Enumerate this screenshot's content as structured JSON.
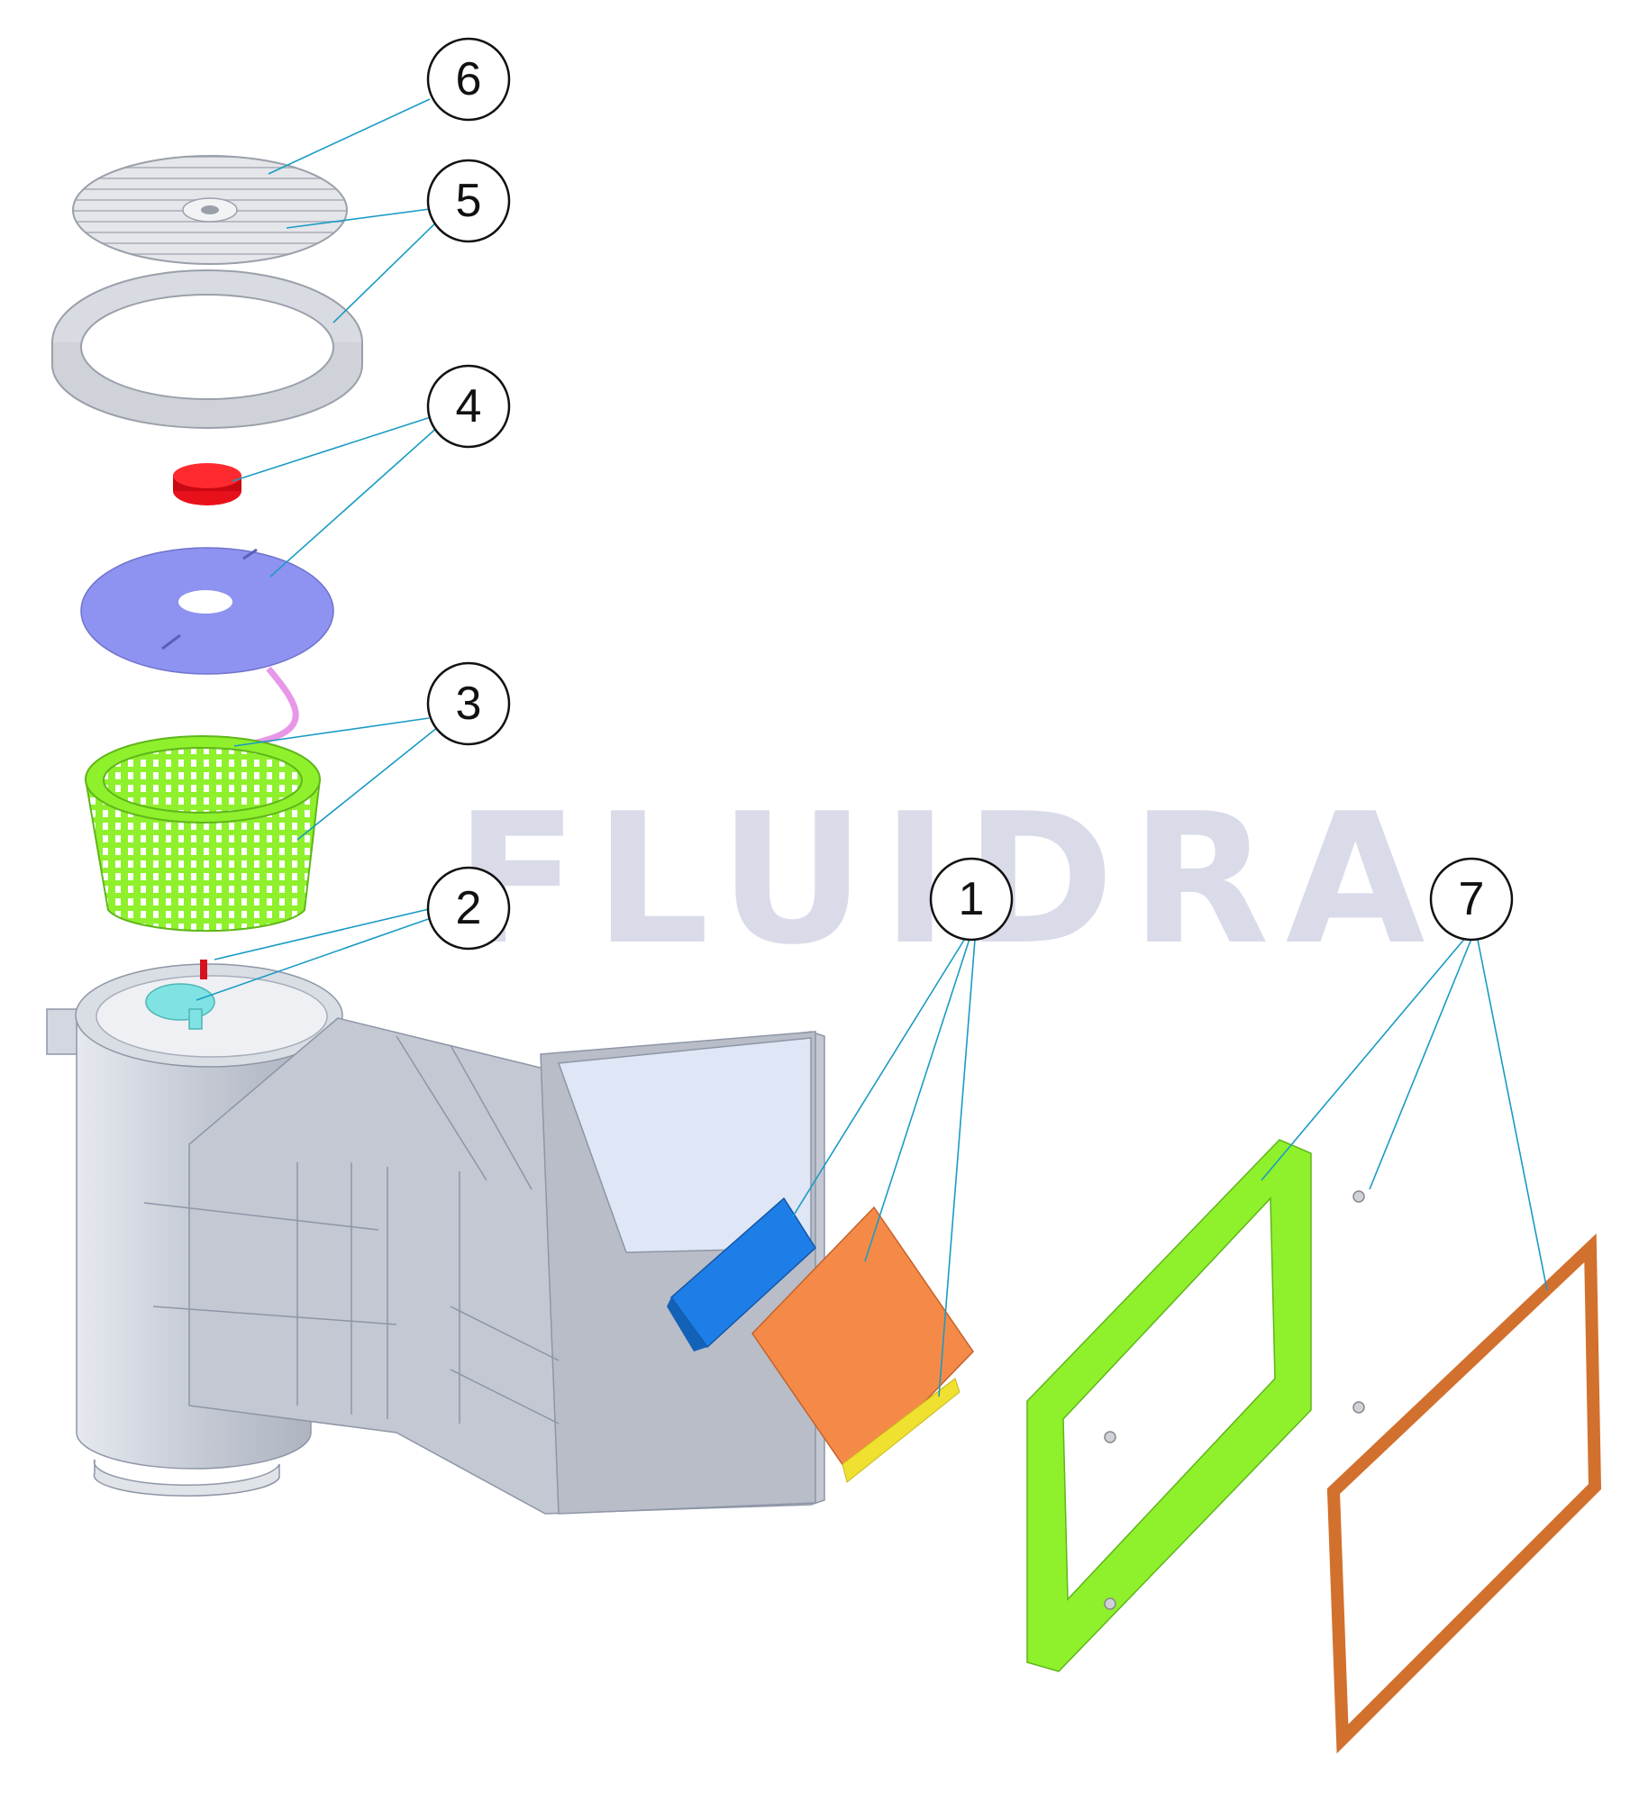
{
  "watermark": "FLUIDRA",
  "callouts": [
    {
      "id": "6",
      "label": "6"
    },
    {
      "id": "5",
      "label": "5"
    },
    {
      "id": "4",
      "label": "4"
    },
    {
      "id": "3",
      "label": "3"
    },
    {
      "id": "2",
      "label": "2"
    },
    {
      "id": "1",
      "label": "1"
    },
    {
      "id": "7",
      "label": "7"
    }
  ],
  "colors": {
    "leader": "#1a9bc4",
    "body": "#c9ced8",
    "lid": "#dadde3",
    "float_cap": "#e8101a",
    "float_plate": "#8e92f0",
    "basket": "#8ff02c",
    "spring": "#e897e8",
    "valve": "#7fe3e3",
    "flap_block": "#1e7ee8",
    "flap": "#f58a48",
    "flap_edge": "#f0e030",
    "gasket": "#8ff02c",
    "frame": "#d2702e"
  }
}
